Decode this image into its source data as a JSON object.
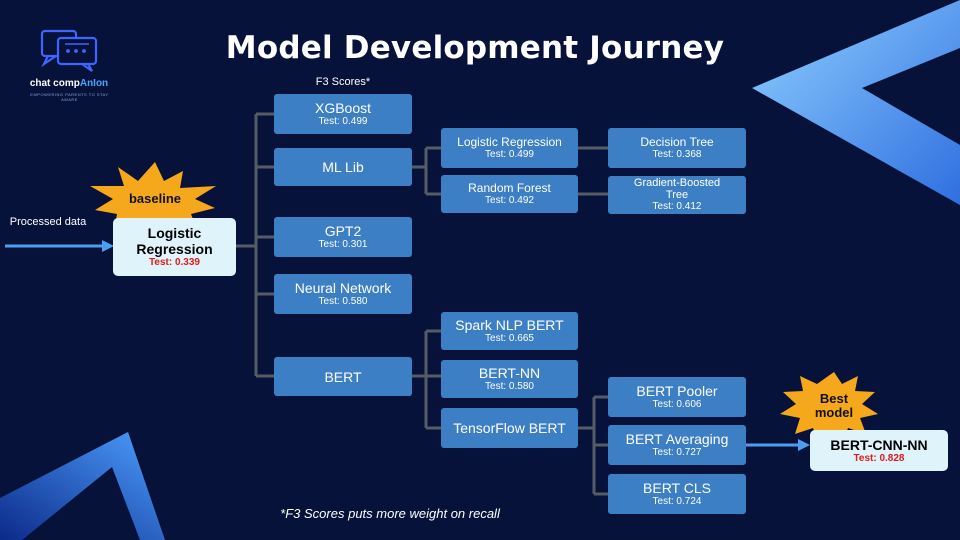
{
  "title": "Model Development Journey",
  "f3_label": "F3 Scores*",
  "footnote": "*F3 Scores puts more weight on recall",
  "logo": {
    "text_main": "chat comp",
    "text_accent": "AnIon",
    "text_end": "",
    "tagline": "EMPOWERING PARENTS TO STAY AWARE"
  },
  "input_label": "Processed data",
  "baseline_label": "baseline",
  "best_label": "Best model",
  "colors": {
    "background": "#07123a",
    "node": "#3d7fc4",
    "highlight": "#dff3fb",
    "star": "#f5a81c",
    "arrow": "#4a9ff0",
    "connector": "#555c66",
    "score_red": "#e01a1a"
  },
  "nodes": {
    "logistic_baseline": {
      "name": "Logistic Regression",
      "score": "Test: 0.339"
    },
    "xgboost": {
      "name": "XGBoost",
      "score": "Test: 0.499"
    },
    "mllib": {
      "name": "ML Lib",
      "score": ""
    },
    "gpt2": {
      "name": "GPT2",
      "score": "Test: 0.301"
    },
    "neural_network": {
      "name": "Neural Network",
      "score": "Test: 0.580"
    },
    "bert": {
      "name": "BERT",
      "score": ""
    },
    "mllib_logreg": {
      "name": "Logistic Regression",
      "score": "Test: 0.499"
    },
    "random_forest": {
      "name": "Random Forest",
      "score": "Test: 0.492"
    },
    "decision_tree": {
      "name": "Decision Tree",
      "score": "Test: 0.368"
    },
    "gbt": {
      "name": "Gradient-Boosted Tree",
      "score": "Test: 0.412"
    },
    "spark_nlp_bert": {
      "name": "Spark NLP BERT",
      "score": "Test: 0.665"
    },
    "bert_nn": {
      "name": "BERT-NN",
      "score": "Test: 0.580"
    },
    "tensorflow_bert": {
      "name": "TensorFlow BERT",
      "score": ""
    },
    "bert_pooler": {
      "name": "BERT Pooler",
      "score": "Test: 0.606"
    },
    "bert_averaging": {
      "name": "BERT Averaging",
      "score": "Test: 0.727"
    },
    "bert_cls": {
      "name": "BERT CLS",
      "score": "Test: 0.724"
    },
    "bert_cnn_nn": {
      "name": "BERT-CNN-NN",
      "score": "Test: 0.828"
    }
  }
}
